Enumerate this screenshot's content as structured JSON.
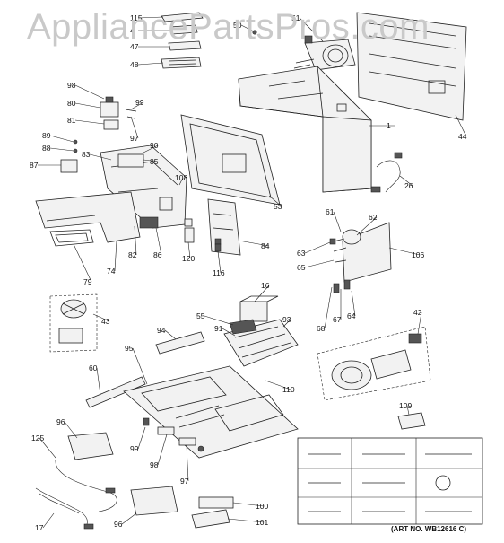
{
  "watermark": "AppliancePartsPros.com",
  "art_number": "(ART NO. WB12616 C)",
  "part_labels": [
    "115",
    "4",
    "47",
    "48",
    "50",
    "51",
    "44",
    "1",
    "98",
    "99",
    "80",
    "81",
    "97",
    "89",
    "88",
    "87",
    "83",
    "90",
    "85",
    "108",
    "53",
    "26",
    "61",
    "62",
    "63",
    "65",
    "106",
    "84",
    "120",
    "116",
    "82",
    "86",
    "79",
    "74",
    "16",
    "55",
    "93",
    "91",
    "94",
    "43",
    "42",
    "68",
    "67",
    "64",
    "95",
    "60",
    "96",
    "110",
    "125",
    "99",
    "98",
    "97",
    "17",
    "96",
    "100",
    "101",
    "109"
  ]
}
